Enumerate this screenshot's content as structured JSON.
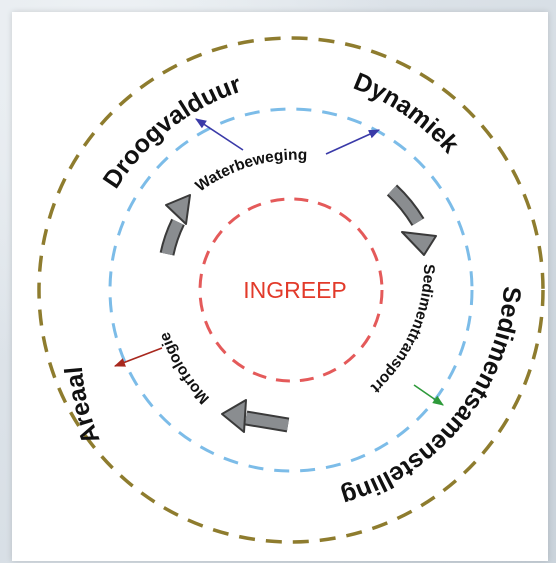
{
  "center_label": "INGREEP",
  "outer_labels": {
    "left": "Areaal",
    "top_left": "Droogvalduur",
    "top_right": "Dynamiek",
    "right": "Sedimentsamenstelling"
  },
  "inner_labels": {
    "top": "Waterbeweging",
    "right": "Sedimenttransport",
    "left": "Morfologie"
  },
  "colors": {
    "inner_ring": "#e45a5a",
    "middle_ring": "#7cbce8",
    "outer_ring": "#8e7c2e",
    "center_text": "#e23a2a",
    "arrow_blue": "#3a3aa8",
    "arrow_green": "#2e9a3a",
    "arrow_red": "#a8281e",
    "cycle_arrow": "#8a8d90"
  }
}
